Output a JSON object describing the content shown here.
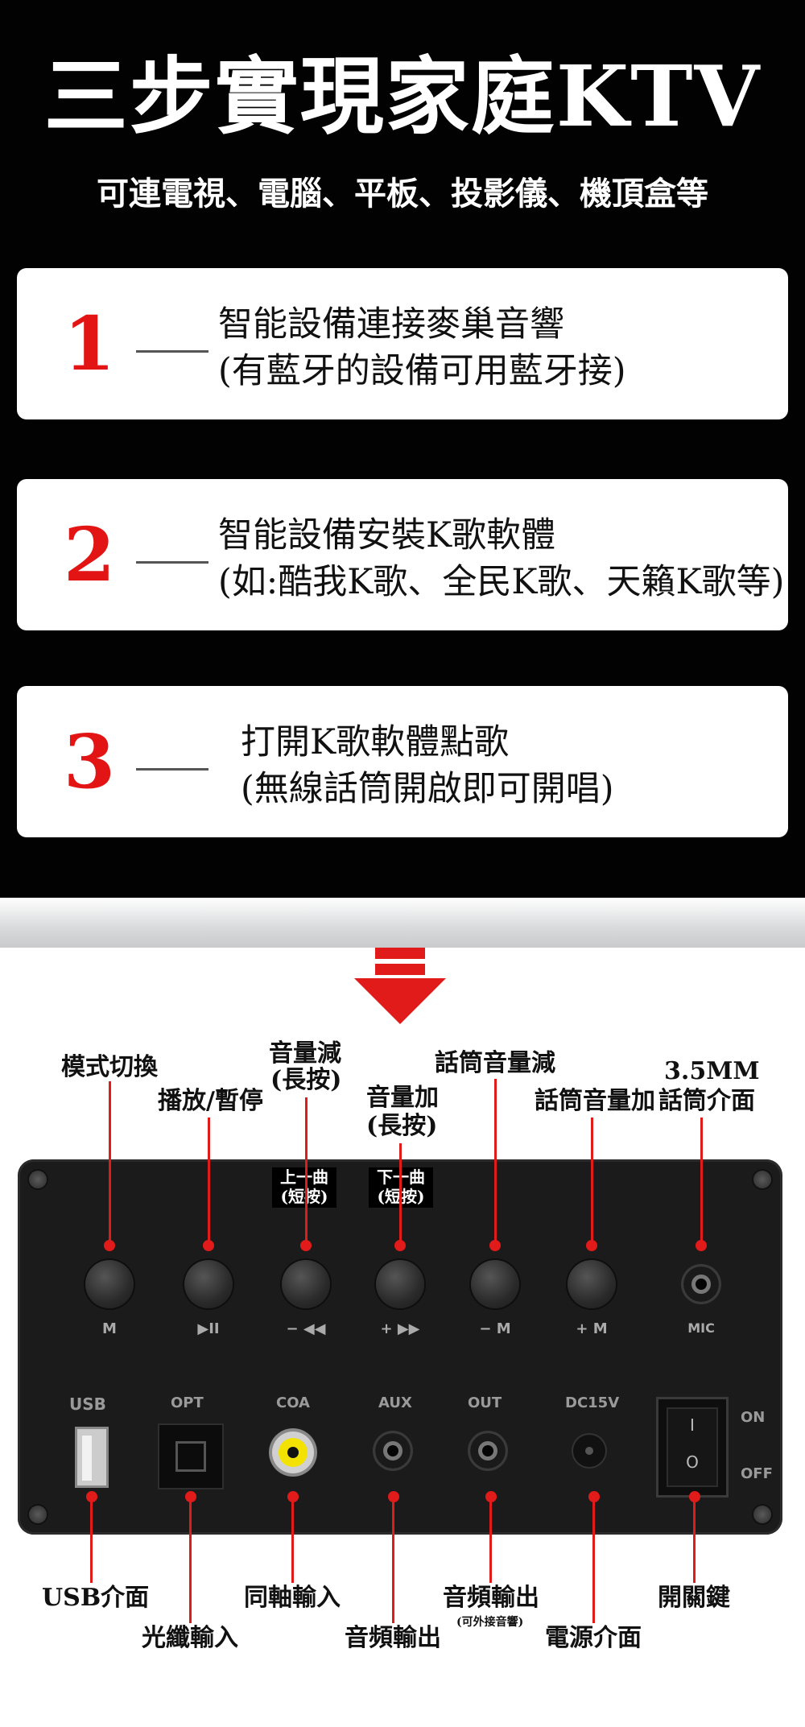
{
  "hero": {
    "title": "三步實現家庭KTV",
    "subtitle": "可連電視、電腦、平板、投影儀、機頂盒等"
  },
  "steps": [
    {
      "number": "1",
      "dash": "____",
      "line1": "智能設備連接麥巢音響",
      "line2": "(有藍牙的設備可用藍牙接)"
    },
    {
      "number": "2",
      "dash": "____",
      "line1": "智能設備安裝K歌軟體",
      "line2": "(如:酷我K歌、全民K歌、天籟K歌等)"
    },
    {
      "number": "3",
      "dash": "____",
      "line1": "打開K歌軟體點歌",
      "line2": "(無線話筒開啟即可開唱)"
    }
  ],
  "labels_top": {
    "mode": "模式切換",
    "play_pause": "播放/暫停",
    "vol_down": "音量減",
    "vol_down_hint": "(長按)",
    "vol_up": "音量加",
    "vol_up_hint": "(長按)",
    "mic_vol_down": "話筒音量減",
    "mic_vol_up": "話筒音量加",
    "mic_size": "3.5MM",
    "mic_port": "話筒介面",
    "prev_track": "上一曲",
    "prev_hint": "(短按)",
    "next_track": "下一曲",
    "next_hint": "(短按)"
  },
  "panel": {
    "buttons": [
      "M",
      "▶II",
      "− ◀◀",
      "+ ▶▶",
      "− M",
      "+ M",
      "MIC"
    ],
    "ports": [
      "USB",
      "OPT",
      "COA",
      "AUX",
      "OUT",
      "DC15V"
    ],
    "switch_on": "ON",
    "switch_off": "OFF",
    "switch_mark_on": "I",
    "switch_mark_off": "O"
  },
  "labels_bottom": {
    "usb": "USB介面",
    "optical": "光纖輸入",
    "coaxial": "同軸輸入",
    "aux": "音頻輸出",
    "out": "音頻輸出",
    "out_hint": "(可外接音響)",
    "dc": "電源介面",
    "switch": "開關鍵"
  },
  "colors": {
    "accent": "#e31414",
    "background_top": "#020202",
    "panel": "#1b1b1b"
  }
}
